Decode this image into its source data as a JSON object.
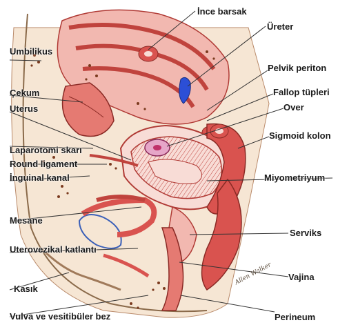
{
  "labels": {
    "ince_barsak": "İnce barsak",
    "ureter": "Üreter",
    "umbilikus": "Umbilikus",
    "pelvik_periton": "Pelvik periton",
    "cekum": "Çekum",
    "fallop": "Fallop tüpleri",
    "uterus": "Uterus",
    "over": "Over",
    "sigmoid": "Sigmoid kolon",
    "laparotomi": "Laparotomi skarı",
    "round": "Round ligament",
    "inguinal": "İnguinal kanal",
    "miyometriyum": "Miyometriyum",
    "mesane": "Mesane",
    "serviks": "Serviks",
    "uterovezikal": "Uterovezikal katlantı",
    "vajina": "Vajina",
    "kasik": "Kasık",
    "vulva": "Vulva ve vesitibüler bez",
    "perineum": "Perineum"
  },
  "signature": "Allen Walker",
  "colors": {
    "tissue_red": "#d9534f",
    "tissue_pink": "#f2b8b0",
    "tissue_light": "#f8dcd6",
    "skin": "#f6e6d4",
    "vessel_blue": "#2c4fd6",
    "bladder_blue": "#3a5fb8",
    "fat_dots": "#7a3a1e",
    "line": "#333333"
  }
}
